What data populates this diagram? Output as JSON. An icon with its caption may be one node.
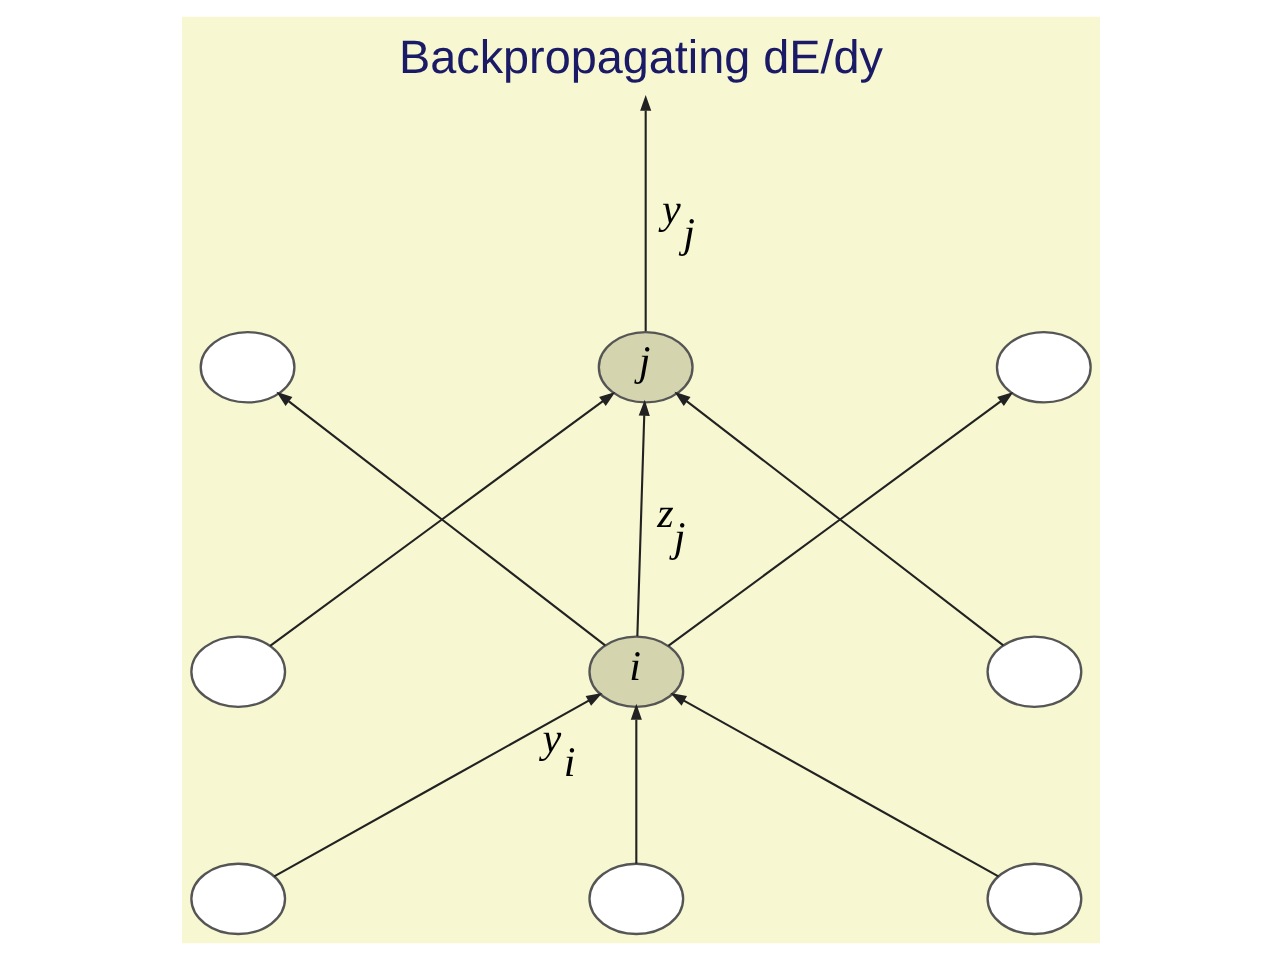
{
  "diagram": {
    "title": "Backpropagating dE/dy",
    "nodes": [
      {
        "text": [],
        "shape": "circle"
      },
      {
        "text": [
          "j"
        ]
      },
      {
        "text": [],
        "shape": "circle"
      },
      {
        "text": [],
        "shape": "circle"
      },
      {
        "text": [
          "i"
        ],
        "beside": [
          "y$_{i}$"
        ]
      },
      {
        "text": [],
        "shape": "circle"
      },
      {
        "text": [],
        "shape": "circle"
      },
      {
        "text": [],
        "shape": "circle"
      },
      {
        "text": [],
        "shape": "circle"
      }
    ],
    "edges": [
      {
        "from": 1,
        "to": null,
        "arrow": "to",
        "label": "y$_{j}$"
      },
      {
        "from": 3,
        "to": 1,
        "arrow": "to"
      },
      {
        "from": 4,
        "to": 0,
        "arrow": "to"
      },
      {
        "from": 4,
        "to": 1,
        "arrow": "to",
        "label": "z$_{j}$"
      },
      {
        "from": 4,
        "to": 2,
        "arrow": "to"
      },
      {
        "from": 5,
        "to": 1,
        "arrow": "to"
      },
      {
        "from": 6,
        "to": 4,
        "arrow": "to"
      },
      {
        "from": 7,
        "to": 4,
        "arrow": "to"
      },
      {
        "from": 8,
        "to": 4,
        "arrow": "to"
      }
    ]
  }
}
